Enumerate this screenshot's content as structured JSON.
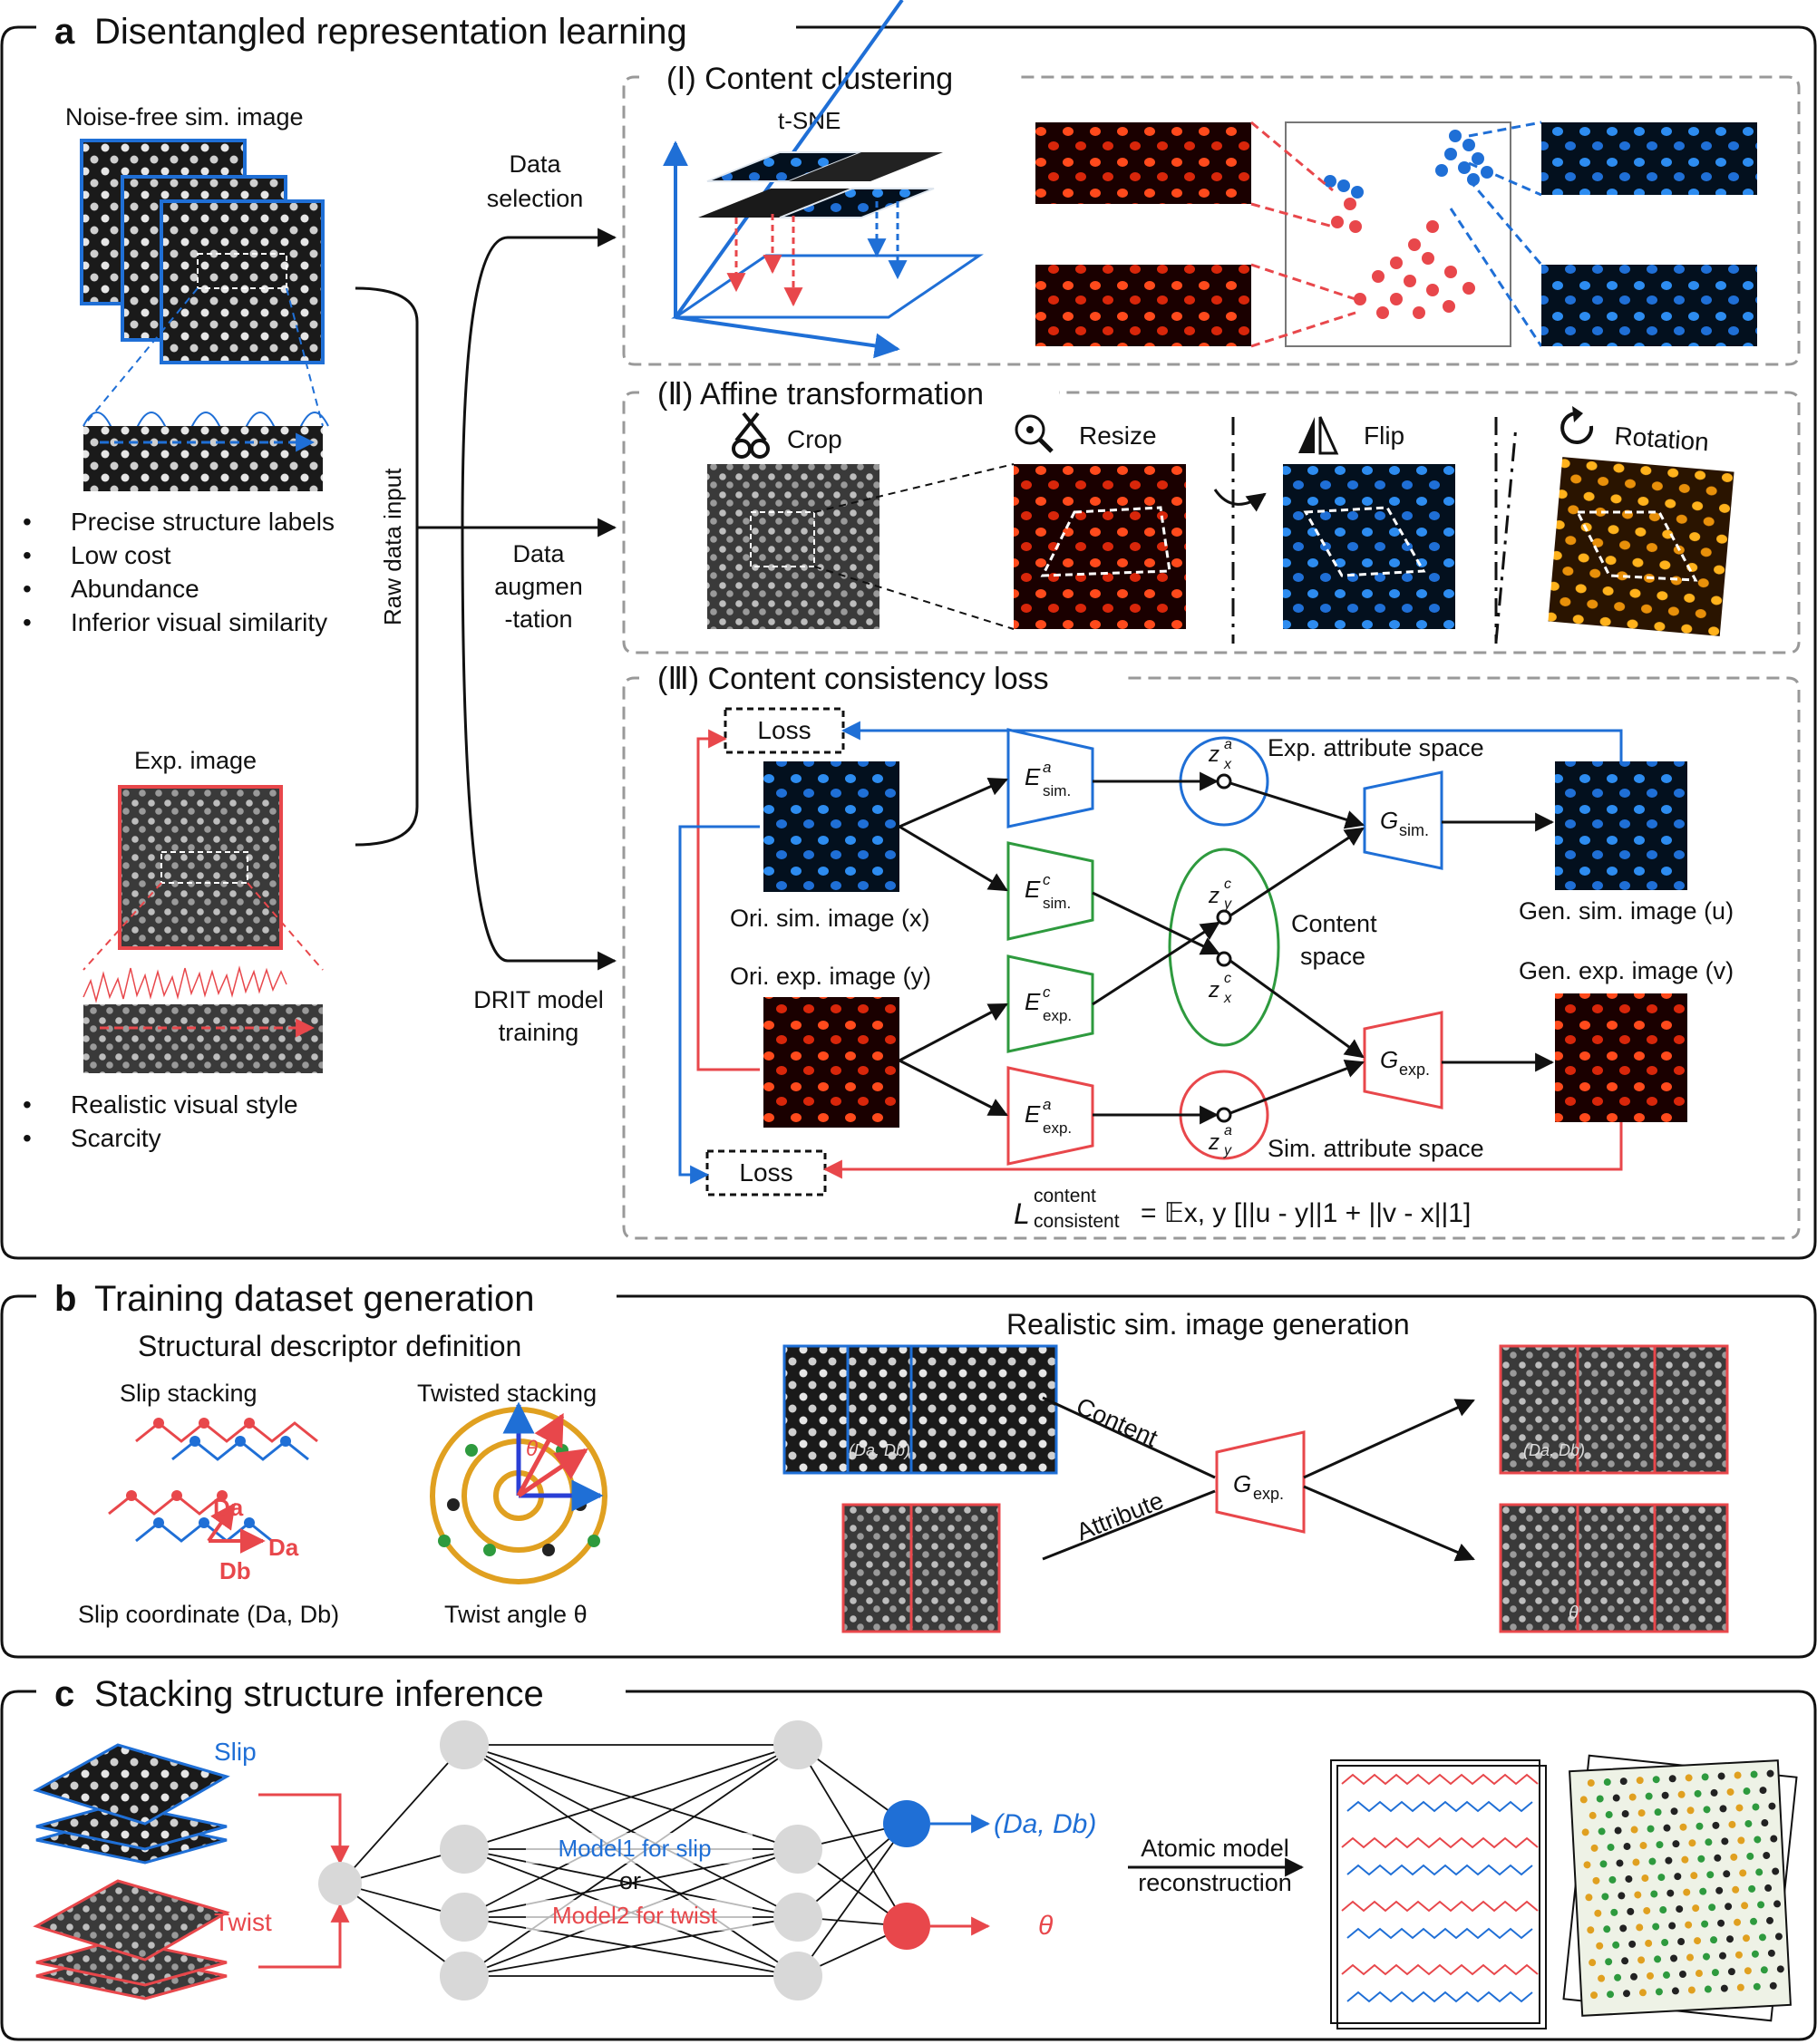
{
  "panel_a": {
    "letter": "a",
    "title": "Disentangled representation learning",
    "sim_image_label": "Noise-free sim. image",
    "sim_bullets": [
      "Precise structure labels",
      "Low cost",
      "Abundance",
      "Inferior visual similarity"
    ],
    "exp_image_label": "Exp. image",
    "exp_bullets": [
      "Realistic visual style",
      "Scarcity"
    ],
    "raw_input_label": "Raw data input",
    "branch_selection": [
      "Data",
      "selection"
    ],
    "branch_augmentation": [
      "Data",
      "augmen",
      "-tation"
    ],
    "branch_training": [
      "DRIT model",
      "training"
    ],
    "sub1": {
      "title": "(Ⅰ) Content clustering",
      "tsne_label": "t-SNE"
    },
    "sub2": {
      "title": "(Ⅱ) Affine transformation",
      "crop": "Crop",
      "resize": "Resize",
      "flip": "Flip",
      "rotation": "Rotation"
    },
    "sub3": {
      "title": "(Ⅲ) Content consistency loss",
      "loss": "Loss",
      "exp_attr_space": "Exp. attribute space",
      "content_space": [
        "Content",
        "space"
      ],
      "sim_attr_space": "Sim. attribute space",
      "ori_sim": "Ori. sim. image (x)",
      "ori_exp": "Ori. exp. image (y)",
      "gen_sim": "Gen. sim. image (u)",
      "gen_exp": "Gen. exp. image (v)",
      "encoders": {
        "e_sim_a": [
          "E",
          "a",
          "sim."
        ],
        "e_sim_c": [
          "E",
          "c",
          "sim."
        ],
        "e_exp_c": [
          "E",
          "c",
          "exp."
        ],
        "e_exp_a": [
          "E",
          "a",
          "exp."
        ]
      },
      "generators": {
        "g_sim": [
          "G",
          "sim."
        ],
        "g_exp": [
          "G",
          "exp."
        ]
      },
      "latents": {
        "zxa": [
          "z",
          "a",
          "x"
        ],
        "zyc": [
          "z",
          "c",
          "y"
        ],
        "zxc": [
          "z",
          "c",
          "x"
        ],
        "zya": [
          "z",
          "a",
          "y"
        ]
      },
      "formula": {
        "L": "L",
        "sup": "content",
        "sub": "consistent",
        "rhs": "= 𝔼x, y [||u - y||1 + ||v - x||1]"
      }
    }
  },
  "panel_b": {
    "letter": "b",
    "title": "Training dataset generation",
    "descriptor_title": "Structural descriptor definition",
    "slip_title": "Slip stacking",
    "twist_title": "Twisted stacking",
    "slip_caption": "Slip coordinate (Da, Db)",
    "twist_caption": "Twist angle θ",
    "da": "Da",
    "db": "Db",
    "theta": "θ",
    "gen_title": "Realistic sim. image generation",
    "content": "Content",
    "attribute": "Attribute",
    "g_exp": [
      "G",
      "exp."
    ],
    "tile_label_slip": "(Da, Db)"
  },
  "panel_c": {
    "letter": "c",
    "title": "Stacking structure inference",
    "slip": "Slip",
    "twist": "Twist",
    "model1": "Model1 for slip",
    "or": "or",
    "model2": "Model2 for twist",
    "out_slip": "(Da, Db)",
    "out_twist": "θ",
    "recon": [
      "Atomic model",
      "reconstruction"
    ]
  },
  "colors": {
    "blue": "#1f6fd6",
    "red": "#e8474b",
    "green": "#2e9a3e",
    "orange": "#f2a11a"
  }
}
